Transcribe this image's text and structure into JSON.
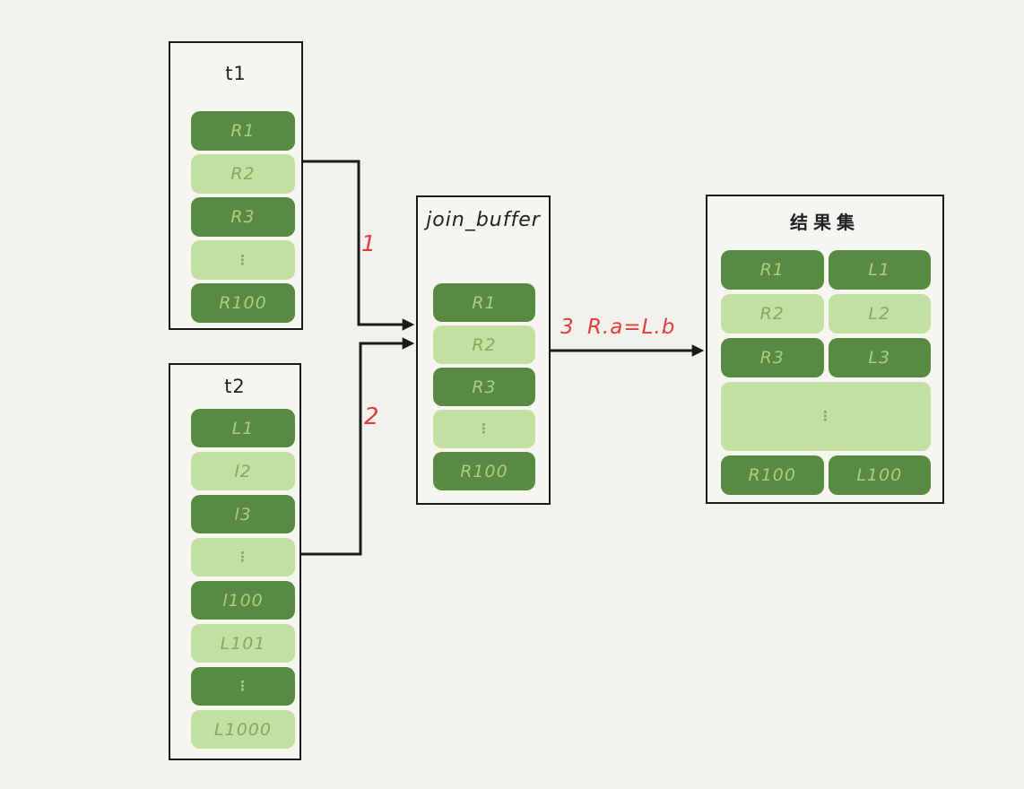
{
  "colors": {
    "background": "#f2f1ec",
    "dark_green": "#588a42",
    "light_green": "#c3dfa1",
    "text_on_dark": "#a6cf7f",
    "text_on_light": "#84ab5a",
    "annotation_red": "#e23d3d",
    "line_black": "#1a1a1a"
  },
  "tables": {
    "t1": {
      "title": "t1",
      "rows": [
        {
          "cells": [
            "R1"
          ],
          "tone": "dark"
        },
        {
          "cells": [
            "R2"
          ],
          "tone": "light"
        },
        {
          "cells": [
            "R3"
          ],
          "tone": "dark"
        },
        {
          "cells": [
            "⋮"
          ],
          "tone": "light",
          "dots": true
        },
        {
          "cells": [
            "R100"
          ],
          "tone": "dark"
        }
      ]
    },
    "t2": {
      "title": "t2",
      "rows": [
        {
          "cells": [
            "L1"
          ],
          "tone": "dark"
        },
        {
          "cells": [
            "l2"
          ],
          "tone": "light"
        },
        {
          "cells": [
            "l3"
          ],
          "tone": "dark"
        },
        {
          "cells": [
            "⋮"
          ],
          "tone": "light",
          "dots": true
        },
        {
          "cells": [
            "l100"
          ],
          "tone": "dark"
        },
        {
          "cells": [
            "L101"
          ],
          "tone": "light"
        },
        {
          "cells": [
            "⋮"
          ],
          "tone": "dark",
          "dots": true
        },
        {
          "cells": [
            "L1000"
          ],
          "tone": "light"
        }
      ]
    },
    "join_buffer": {
      "title": "join_buffer",
      "rows": [
        {
          "cells": [
            "R1"
          ],
          "tone": "dark"
        },
        {
          "cells": [
            "R2"
          ],
          "tone": "light"
        },
        {
          "cells": [
            "R3"
          ],
          "tone": "dark"
        },
        {
          "cells": [
            "⋮"
          ],
          "tone": "light",
          "dots": true
        },
        {
          "cells": [
            "R100"
          ],
          "tone": "dark"
        }
      ]
    },
    "result": {
      "title": "结果集",
      "rows": [
        {
          "cells": [
            "R1",
            "L1"
          ],
          "tone": "dark"
        },
        {
          "cells": [
            "R2",
            "L2"
          ],
          "tone": "light"
        },
        {
          "cells": [
            "R3",
            "L3"
          ],
          "tone": "dark"
        },
        {
          "cells": [
            "⋮"
          ],
          "tone": "light",
          "dots": true,
          "tall": true
        },
        {
          "cells": [
            "R100",
            "L100"
          ],
          "tone": "dark"
        }
      ]
    }
  },
  "annotations": {
    "step1_label": "1",
    "step2_label": "2",
    "step3_label": "3 R.a=L.b"
  }
}
